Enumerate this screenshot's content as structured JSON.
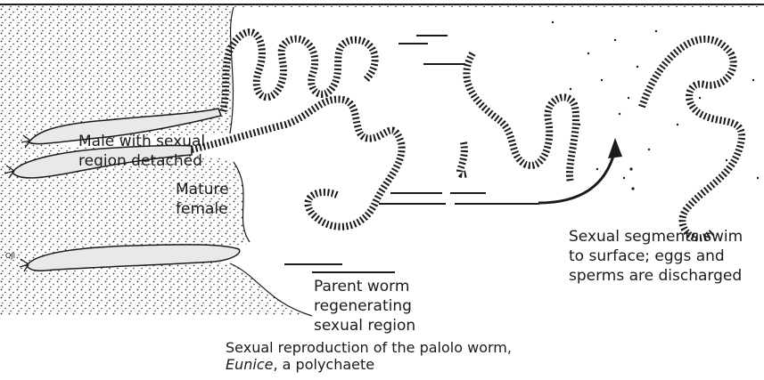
{
  "labels": {
    "male": [
      "Male with sexual",
      "region detached"
    ],
    "female": [
      "Mature",
      "female"
    ],
    "parent": [
      "Parent worm",
      "regenerating",
      "sexual region"
    ],
    "segments": [
      "Sexual segments swim",
      "to surface; eggs and",
      "sperms are discharged"
    ]
  },
  "artist_initials": "OJI",
  "caption": {
    "line1": "Sexual reproduction of the palolo worm,",
    "genus": "Eunice",
    "line2_rest": ", a polychaete"
  }
}
